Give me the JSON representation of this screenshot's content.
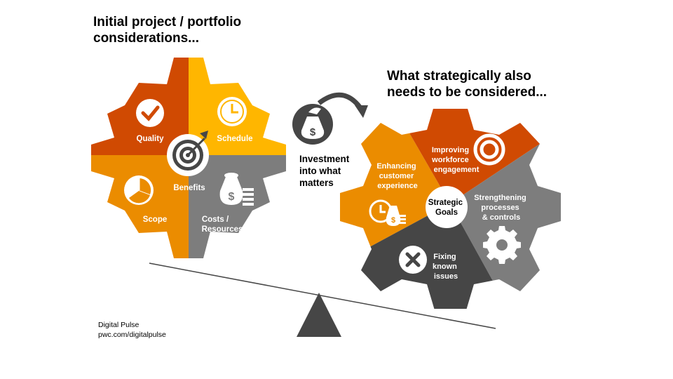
{
  "left_title": [
    "Initial project / portfolio",
    "considerations..."
  ],
  "right_title": [
    "What strategically also",
    "needs to be considered..."
  ],
  "left_gear": {
    "segments": {
      "quality": {
        "label": "Quality",
        "color": "#D04A02"
      },
      "schedule": {
        "label": "Schedule",
        "color": "#FFB600"
      },
      "scope": {
        "label": "Scope",
        "color": "#EB8C00"
      },
      "costs": {
        "label": [
          "Costs /",
          "Resources"
        ],
        "color": "#7D7D7D"
      }
    },
    "center": {
      "label": "Benefits",
      "icon": "target-icon"
    }
  },
  "investment": {
    "label": [
      "Investment",
      "into what",
      "matters"
    ],
    "icon": "money-bag-hand-icon"
  },
  "right_gear": {
    "center": [
      "Strategic",
      "Goals"
    ],
    "segments": {
      "customer": {
        "label": [
          "Enhancing",
          "customer",
          "experience"
        ],
        "color": "#EB8C00",
        "icon": "clock-money-icon"
      },
      "workforce": {
        "label": [
          "Improving",
          "workforce",
          "engagement"
        ],
        "color": "#D04A02",
        "icon": "lifebuoy-icon"
      },
      "processes": {
        "label": [
          "Strengthening",
          "processes",
          "& controls"
        ],
        "color": "#7D7D7D",
        "icon": "gear-icon"
      },
      "issues": {
        "label": [
          "Fixing",
          "known",
          "issues"
        ],
        "color": "#464646",
        "icon": "x-mark-icon"
      }
    }
  },
  "footer": {
    "line1": "Digital Pulse",
    "line2": "pwc.com/digitalpulse"
  },
  "colors": {
    "dark": "#464646",
    "grey": "#7D7D7D",
    "orange": "#EB8C00",
    "red": "#D04A02",
    "yellow": "#FFB600"
  }
}
